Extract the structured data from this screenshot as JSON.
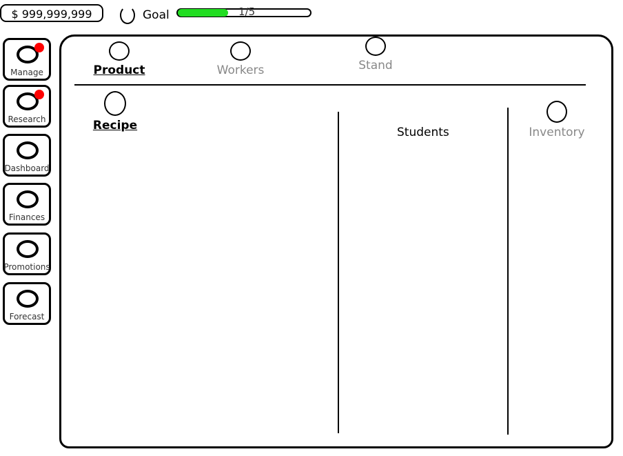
{
  "header": {
    "money": "$ 999,999,999",
    "goal_label": "Goal",
    "goal_progress_text": "1/5",
    "goal_progress_fraction": 0.38,
    "goal_fill_color": "#22dd22"
  },
  "sidebar": {
    "items": [
      {
        "label": "Manage",
        "badge": true
      },
      {
        "label": "Research",
        "badge": true
      },
      {
        "label": "Dashboard",
        "badge": false
      },
      {
        "label": "Finances",
        "badge": false
      },
      {
        "label": "Promotions",
        "badge": false
      },
      {
        "label": "Forecast",
        "badge": false
      }
    ]
  },
  "tabs": [
    {
      "label": "Product",
      "active": true
    },
    {
      "label": "Workers",
      "active": false
    },
    {
      "label": "Stand",
      "active": false
    }
  ],
  "subtabs": {
    "recipe": "Recipe",
    "students": "Students",
    "inventory": "Inventory"
  }
}
